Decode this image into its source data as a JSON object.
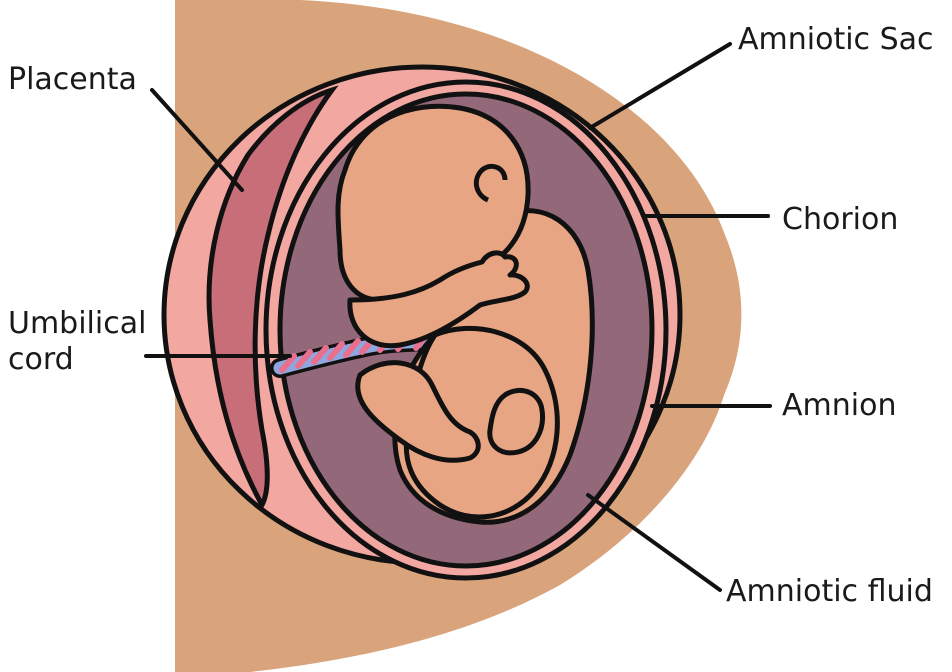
{
  "labels": {
    "amniotic_sac": "Amniotic Sac",
    "placenta": "Placenta",
    "chorion": "Chorion",
    "umbilical_cord_line1": "Umbilical",
    "umbilical_cord_line2": "cord",
    "amnion": "Amnion",
    "amniotic_fluid": "Amniotic fluid"
  },
  "colors": {
    "uterus_wall": "#d9a47c",
    "chorion_band": "#f2a7a0",
    "placenta": "#c86e78",
    "amniotic_fluid": "#93697a",
    "fetus_skin": "#e8a583",
    "cord_blue": "#8ea7e0",
    "cord_pink": "#e8708e",
    "outline": "#111111"
  }
}
